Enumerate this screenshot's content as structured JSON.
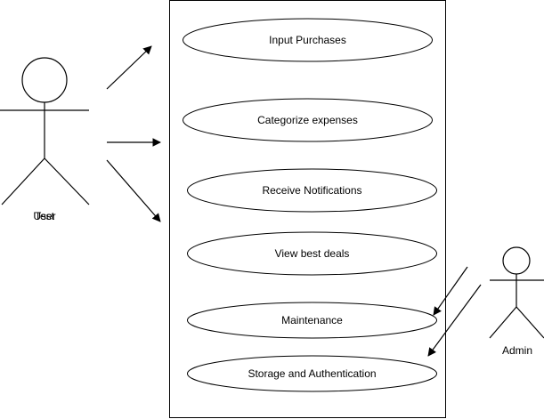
{
  "diagram": {
    "system_boundary": "",
    "actors": [
      {
        "id": "user",
        "label": "User",
        "overlapping_label": "Test"
      },
      {
        "id": "admin",
        "label": "Admin"
      }
    ],
    "use_cases": [
      {
        "id": "uc1",
        "label": "Input Purchases"
      },
      {
        "id": "uc2",
        "label": "Categorize expenses"
      },
      {
        "id": "uc3",
        "label": "Receive Notifications"
      },
      {
        "id": "uc4",
        "label": "View best deals"
      },
      {
        "id": "uc5",
        "label": "Maintenance"
      },
      {
        "id": "uc6",
        "label": "Storage and Authentication"
      }
    ],
    "stroke_color": "#000000",
    "background_color": "#ffffff"
  }
}
